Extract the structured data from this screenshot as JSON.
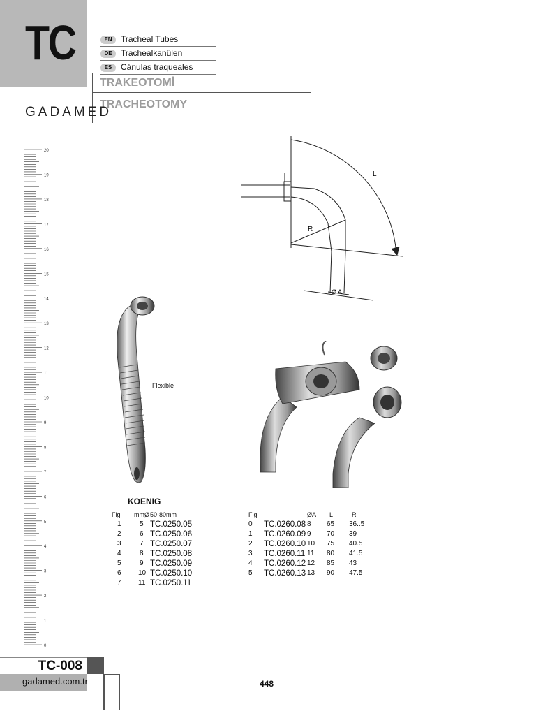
{
  "header": {
    "code": "TC",
    "languages": [
      {
        "tag": "EN",
        "text": "Tracheal Tubes"
      },
      {
        "tag": "DE",
        "text": "Trachealkanülen"
      },
      {
        "tag": "ES",
        "text": "Cánulas traqueales"
      }
    ],
    "subtitle_tr": "TRAKEOTOMİ",
    "subtitle_en": "TRACHEOTOMY",
    "logo": "GADAMED"
  },
  "ruler": {
    "labels": [
      "20",
      "19",
      "18",
      "17",
      "16",
      "15",
      "14",
      "13",
      "12",
      "11",
      "10",
      "9",
      "8",
      "7",
      "6",
      "5",
      "4",
      "3",
      "2",
      "1",
      "0"
    ]
  },
  "diagram": {
    "label_L": "L",
    "label_R": "R",
    "label_A": "Ø A"
  },
  "koenig": {
    "flexible_label": "Flexible",
    "title": "KOENIG",
    "headers": [
      "Fig",
      "mmØ",
      "50-80mm"
    ],
    "rows": [
      [
        "1",
        "5",
        "TC.0250.05"
      ],
      [
        "2",
        "6",
        "TC.0250.06"
      ],
      [
        "3",
        "7",
        "TC.0250.07"
      ],
      [
        "4",
        "8",
        "TC.0250.08"
      ],
      [
        "5",
        "9",
        "TC.0250.09"
      ],
      [
        "6",
        "10",
        "TC.0250.10"
      ],
      [
        "7",
        "11",
        "TC.0250.11"
      ]
    ]
  },
  "tube_table": {
    "headers": [
      "Fig",
      "",
      "ØA",
      "L",
      "R"
    ],
    "rows": [
      [
        "0",
        "TC.0260.08",
        "8",
        "65",
        "36..5"
      ],
      [
        "1",
        "TC.0260.09",
        "9",
        "70",
        "39"
      ],
      [
        "2",
        "TC.0260.10",
        "10",
        "75",
        "40.5"
      ],
      [
        "3",
        "TC.0260.11",
        "11",
        "80",
        "41.5"
      ],
      [
        "4",
        "TC.0260.12",
        "12",
        "85",
        "43"
      ],
      [
        "5",
        "TC.0260.13",
        "13",
        "90",
        "47.5"
      ]
    ]
  },
  "footer": {
    "code": "TC-008",
    "site": "gadamed.com.tr",
    "page_number": "448"
  }
}
